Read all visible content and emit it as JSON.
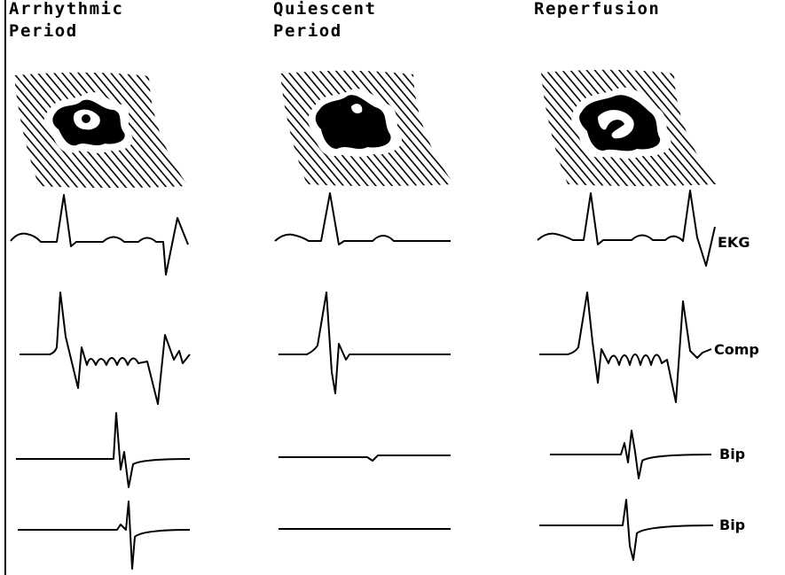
{
  "columns": [
    {
      "title_line1": "Arrhythmic",
      "title_line2": "Period"
    },
    {
      "title_line1": "Quiescent",
      "title_line2": "Period"
    },
    {
      "title_line1": "Reperfusion",
      "title_line2": ""
    }
  ],
  "trace_labels": {
    "ekg": "EKG",
    "comp": "Comp",
    "bip1": "Bip",
    "bip2": "Bip"
  },
  "colors": {
    "ink": "#000000",
    "background": "#ffffff"
  }
}
